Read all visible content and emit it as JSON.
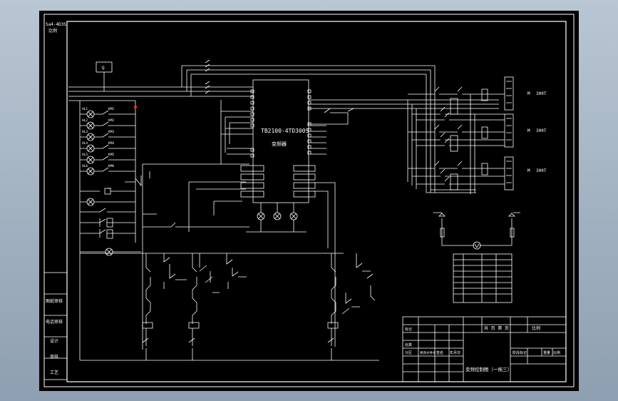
{
  "drawing": {
    "corner_code": "Sa4-4D3S",
    "corner_sub": "比例",
    "inverter_model": "TB2100-4TD300S",
    "inverter_label": "变频器",
    "motors": [
      {
        "tag": "M",
        "rating": "300T"
      },
      {
        "tag": "M",
        "rating": "300T"
      },
      {
        "tag": "M",
        "rating": "300T"
      }
    ],
    "top_box_label": "Q",
    "left_strip": [
      "图纸审核",
      "电话审核",
      "设计",
      "审核",
      "工艺"
    ],
    "title_block": {
      "drawing_title": "变频控制图（一拖三）",
      "sheet": "共 页 第 页",
      "scale_label": "比例",
      "row_labels": [
        "标记",
        "处数",
        "分区",
        "更改文件号",
        "签名",
        "年月日"
      ],
      "right_labels": [
        "阶段标记",
        "重量",
        "比例"
      ]
    },
    "lamp_labels": [
      "HL1",
      "HL2",
      "HL3",
      "HL4",
      "HL5",
      "HL6"
    ],
    "contact_labels": [
      "KM1",
      "KM2",
      "KM3",
      "KM4",
      "KM5",
      "KM6"
    ]
  },
  "colors": {
    "sheet": "#000000",
    "line": "#ffffff",
    "accent": "#ff3030",
    "frame_outer": "#5d6b79"
  }
}
